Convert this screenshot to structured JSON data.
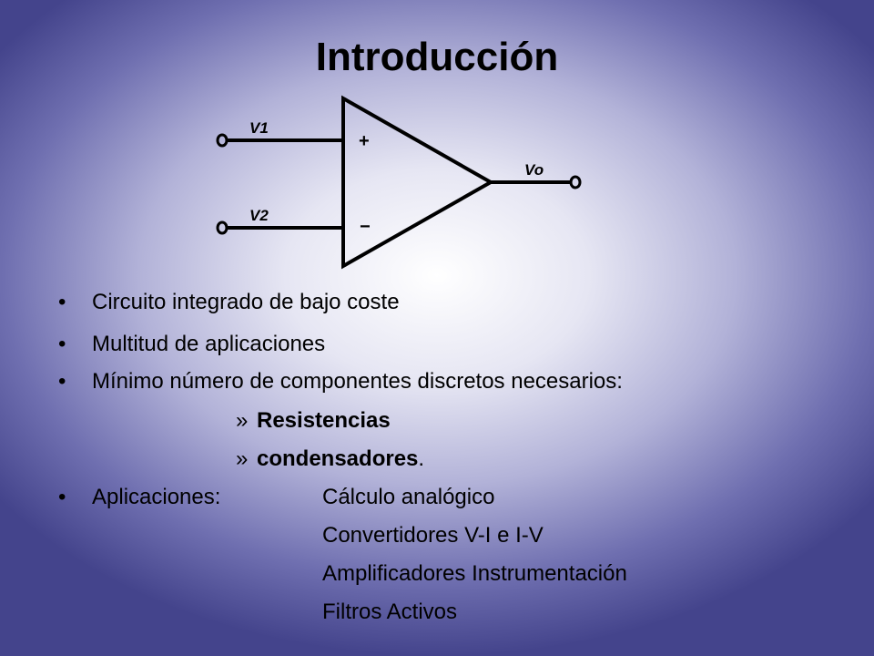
{
  "slide": {
    "title": "Introducción"
  },
  "diagram": {
    "input1_label": "V1",
    "input2_label": "V2",
    "output_label": "Vo",
    "plus_sign": "+",
    "minus_sign": "−"
  },
  "bullets": {
    "marker": "•",
    "sub_marker": "»",
    "item1": "Circuito integrado de bajo coste",
    "item2": "Multitud de aplicaciones",
    "item3": "Mínimo número de componentes discretos necesarios:",
    "sub1": "Resistencias",
    "sub2_bold": "condensadores",
    "sub2_tail": ".",
    "item4_label": "Aplicaciones:",
    "applications": [
      "Cálculo analógico",
      "Convertidores V-I e I-V",
      "Amplificadores Instrumentación",
      "Filtros Activos"
    ]
  }
}
